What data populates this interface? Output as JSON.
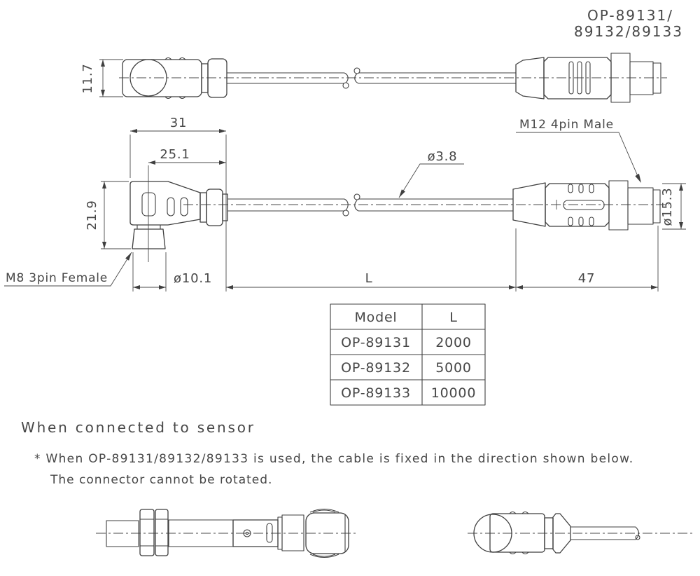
{
  "page": {
    "background": "#ffffff",
    "line_color": "#3f3f3f",
    "text_color": "#474747"
  },
  "title": {
    "line1": "OP-89131/",
    "line2": "89132/89133"
  },
  "drawing": {
    "dim_connector_height": "11.7",
    "dim_body_length": "31",
    "dim_body_length_inner": "25.1",
    "dim_body_height": "21.9",
    "dim_cable_diameter": "ø3.8",
    "dim_nut_diameter": "ø10.1",
    "dim_cable_length": "L",
    "dim_connector_length": "47",
    "dim_connector_diameter": "ø15.3",
    "label_m12": "M12 4pin Male",
    "label_m8": "M8 3pin Female"
  },
  "table": {
    "headers": [
      "Model",
      "L"
    ],
    "rows": [
      [
        "OP-89131",
        "2000"
      ],
      [
        "OP-89132",
        "5000"
      ],
      [
        "OP-89133",
        "10000"
      ]
    ]
  },
  "section": {
    "heading": "When connected to sensor"
  },
  "note": {
    "line1": "* When OP-89131/89132/89133 is used, the cable is fixed in the direction shown below.",
    "line2": "The connector cannot be rotated."
  }
}
